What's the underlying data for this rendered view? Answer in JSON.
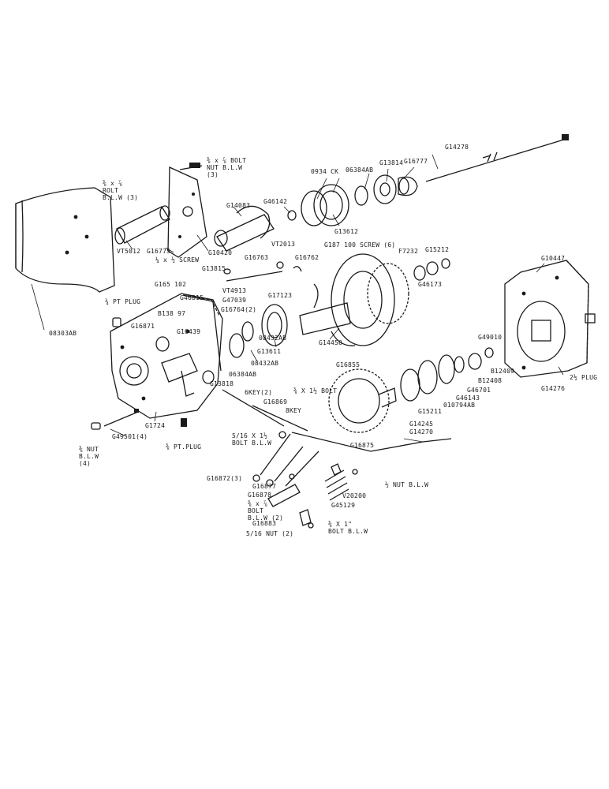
{
  "diagram": {
    "labels": {
      "g14278": "G14278",
      "bolt_nut_blw3": "⅜ x ⅞ BOLT NUT B.L.W (3)",
      "bolt_blw3": "⅜ x ⅞ ROLT B.L.W (3)",
      "b0934ck": "0934 CK",
      "b06384ab_top": "06384AB",
      "g13814": "G13814",
      "g16777": "G16777",
      "g14083": "G14083",
      "g46142": "G46142",
      "g13612": "G13612",
      "vt5012": "VT5012",
      "g16775": "G16775",
      "g10420": "G10420",
      "vt2013": "VT2013",
      "g1871100_screw": "G187 100 SCREW (6)",
      "f7232": "F7232",
      "g15212": "G15212",
      "g10447": "G10447",
      "screw_quarter": "¼ x ½ SCREW",
      "g16763": "G16763",
      "g16762": "G16762",
      "g46173": "G46173",
      "g13815": "G13815",
      "g165102": "G165 102",
      "vt4913": "VT4913",
      "g46815": "G46815",
      "g47039": "G47039",
      "g17123": "G17123",
      "pt_plug_quarter": "¾ PT PLUG",
      "b13897": "B138 97",
      "g16764": "G16764(2)",
      "g16871": "G16871",
      "g10439": "G10439",
      "g13611": "G13611",
      "b08432ab_mid": "08432AB",
      "g14450": "G14450",
      "b08303ab": "08303AB",
      "b08432ab_low": "08432AB",
      "g49010": "G49010",
      "b12409": "B12409",
      "b12408": "B12408",
      "g16855": "G16855",
      "b06384ab_low": "06384AB",
      "g13818": "G13818",
      "g46701": "G46701",
      "g14276": "G14276",
      "plug_two_half": "2½ PLUG",
      "key2": "6KEY(2)",
      "bolt_3_8_1": "⅜ X 1½ BOLT",
      "g46143": "G46143",
      "g16869": "G16869",
      "key8": "8KEY",
      "g15211": "G15211",
      "b010794ab": "010794AB",
      "g1724": "G1724",
      "g14245": "G14245",
      "g14270": "G14270",
      "nut_blw4": "⅜ NUT B.L.W (4)",
      "g49501": "G49501(4)",
      "pt_plug_three_eighth": "⅜ PT.PLUG",
      "bolt_5_16_blw": "5/16 X 1½ BOLT B.L.W",
      "g16875": "G16875",
      "g16872": "G16872(3)",
      "g16877": "G16877",
      "g16878": "G16878",
      "nut_blw_half": "½ NUT B.L.W",
      "v20200": "V20200",
      "bolt_blw2": "⅜ x ⅞ BOLT B.L.W (2)",
      "g45129": "G45129",
      "g16883": "G16883",
      "bolt_3_8_1_blw": "⅜ X 1\" BOLT B.L.W",
      "nut2": "5/16 NUT (2)"
    }
  }
}
